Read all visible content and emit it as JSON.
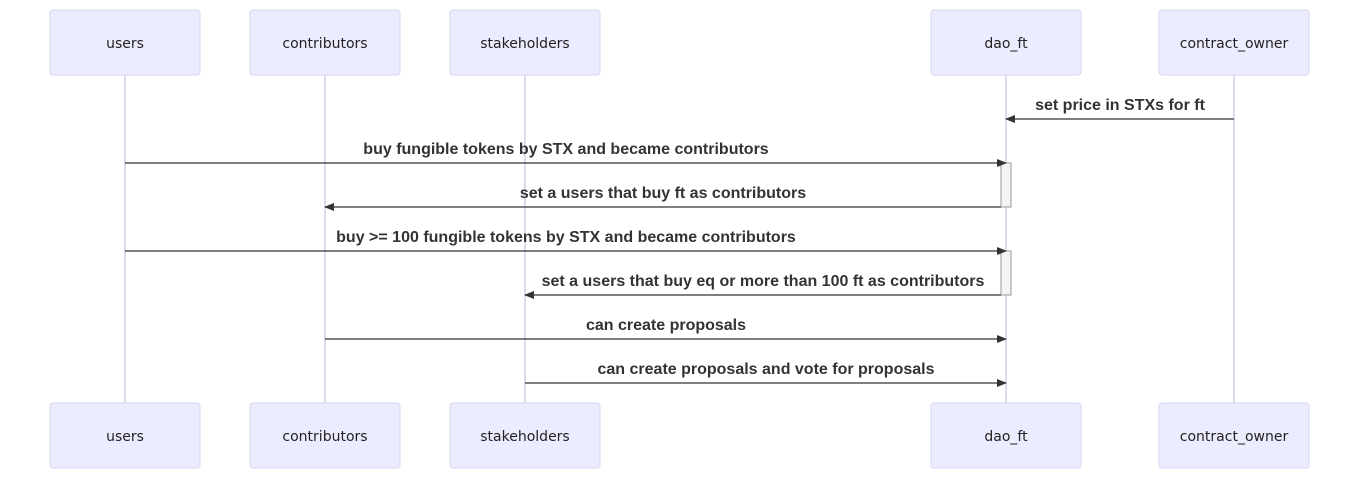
{
  "actors": [
    {
      "id": "users",
      "label": "users"
    },
    {
      "id": "contributors",
      "label": "contributors"
    },
    {
      "id": "stakeholders",
      "label": "stakeholders"
    },
    {
      "id": "dao_ft",
      "label": "dao_ft"
    },
    {
      "id": "contract_owner",
      "label": "contract_owner"
    }
  ],
  "messages": [
    {
      "from": "contract_owner",
      "to": "dao_ft",
      "text": "set price in STXs for ft"
    },
    {
      "from": "users",
      "to": "dao_ft",
      "text": "buy fungible tokens by STX and became contributors"
    },
    {
      "from": "dao_ft",
      "to": "contributors",
      "text": "set a users that buy ft as contributors"
    },
    {
      "from": "users",
      "to": "dao_ft",
      "text": "buy >= 100 fungible tokens by STX and became contributors"
    },
    {
      "from": "dao_ft",
      "to": "stakeholders",
      "text": "set a users that buy eq or more than 100 ft as contributors"
    },
    {
      "from": "contributors",
      "to": "dao_ft",
      "text": "can create proposals"
    },
    {
      "from": "stakeholders",
      "to": "dao_ft",
      "text": "can create proposals and vote for proposals"
    }
  ],
  "colors": {
    "actor_fill": "#ececff",
    "actor_border": "#d6d6f5",
    "lifeline": "#cfcfe8",
    "message": "#333333"
  }
}
